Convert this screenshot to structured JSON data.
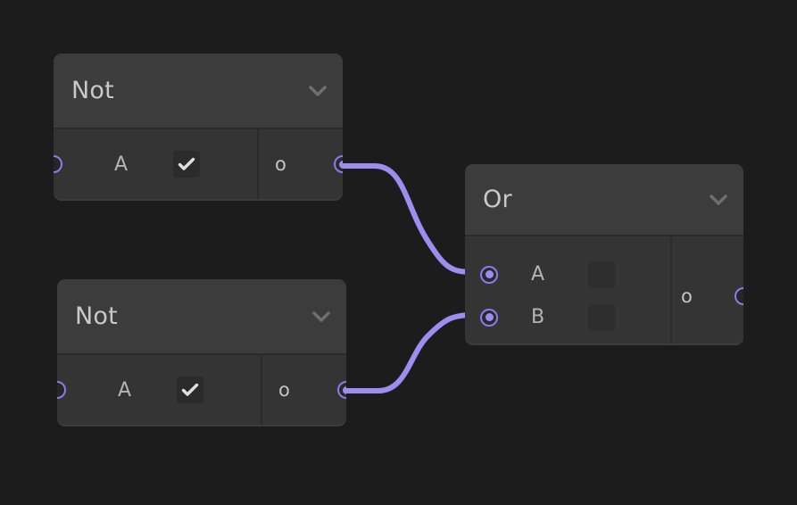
{
  "app": {
    "canvas_background": "#1c1c1c",
    "node_background": "#3c3c3c",
    "node_body_background": "#343434",
    "accent_color": "#8b7ce8",
    "wire_color": "#9d8df1",
    "title_color": "#c9c9c9",
    "label_color": "#b4b4b4"
  },
  "nodes": [
    {
      "id": "not-1",
      "title": "Not",
      "collapse_icon": "chevron-down-icon",
      "inputs": [
        {
          "name": "A",
          "label": "A",
          "port_state": "unconnected",
          "control": "checkbox",
          "checked": true
        }
      ],
      "outputs": [
        {
          "name": "o",
          "label": "o",
          "port_state": "connected"
        }
      ]
    },
    {
      "id": "not-2",
      "title": "Not",
      "collapse_icon": "chevron-down-icon",
      "inputs": [
        {
          "name": "A",
          "label": "A",
          "port_state": "unconnected",
          "control": "checkbox",
          "checked": true
        }
      ],
      "outputs": [
        {
          "name": "o",
          "label": "o",
          "port_state": "connected"
        }
      ]
    },
    {
      "id": "or-1",
      "title": "Or",
      "collapse_icon": "chevron-down-icon",
      "inputs": [
        {
          "name": "A",
          "label": "A",
          "port_state": "connected",
          "control": "checkbox",
          "checked": false
        },
        {
          "name": "B",
          "label": "B",
          "port_state": "connected",
          "control": "checkbox",
          "checked": false
        }
      ],
      "outputs": [
        {
          "name": "o",
          "label": "o",
          "port_state": "unconnected"
        }
      ]
    }
  ],
  "edges": [
    {
      "id": "edge-1",
      "from_node": "not-1",
      "from_port": "o",
      "to_node": "or-1",
      "to_port": "A"
    },
    {
      "id": "edge-2",
      "from_node": "not-2",
      "from_port": "o",
      "to_node": "or-1",
      "to_port": "B"
    }
  ]
}
